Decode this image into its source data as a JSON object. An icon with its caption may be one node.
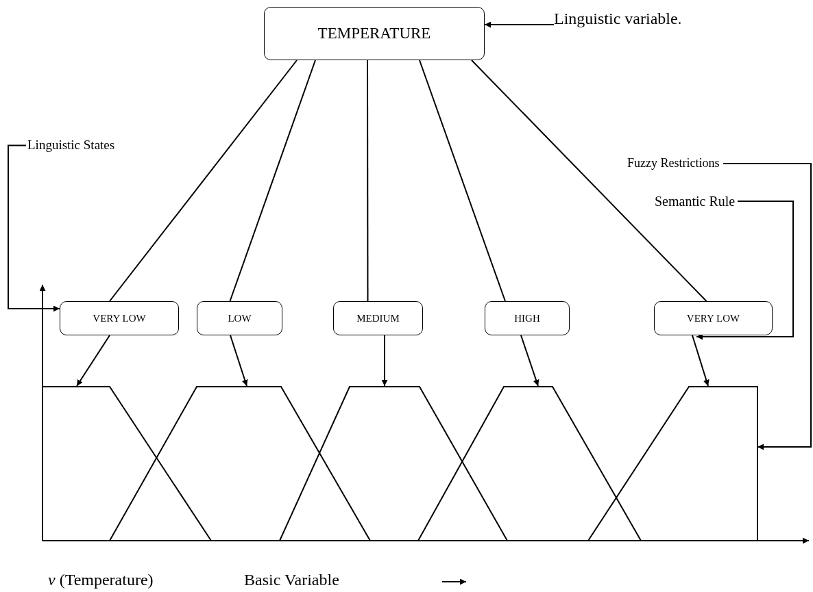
{
  "diagram": {
    "nodes": [
      {
        "text": [
          "TEMPERATURE"
        ]
      },
      {
        "text": [
          "Linguistic variable."
        ]
      },
      {
        "text": [
          "Linguistic States"
        ]
      },
      {
        "text": [
          "VERY LOW"
        ]
      },
      {
        "text": [
          "LOW"
        ]
      },
      {
        "text": [
          "MEDIUM"
        ]
      },
      {
        "text": [
          "HIGH"
        ]
      },
      {
        "text": [
          "VERY LOW"
        ]
      },
      {
        "text": [],
        "shape": "trapezoid"
      },
      {
        "text": [],
        "shape": "trapezoid"
      },
      {
        "text": [],
        "shape": "trapezoid"
      },
      {
        "text": [],
        "shape": "trapezoid"
      },
      {
        "text": [],
        "shape": "trapezoid"
      },
      {
        "text": [
          "Semantic Rule"
        ]
      },
      {
        "text": [
          "Fuzzy Restrictions"
        ]
      }
    ],
    "edges": [
      {
        "from": 1,
        "to": 0,
        "arrow": "to"
      },
      {
        "from": 0,
        "to": 3,
        "arrow": "none"
      },
      {
        "from": 0,
        "to": 4,
        "arrow": "none"
      },
      {
        "from": 0,
        "to": 5,
        "arrow": "none"
      },
      {
        "from": 0,
        "to": 6,
        "arrow": "none"
      },
      {
        "from": 0,
        "to": 7,
        "arrow": "none"
      },
      {
        "from": 2,
        "to": 3,
        "arrow": "to"
      },
      {
        "from": 3,
        "to": 8,
        "arrow": "to"
      },
      {
        "from": 4,
        "to": 9,
        "arrow": "to"
      },
      {
        "from": 5,
        "to": 10,
        "arrow": "to"
      },
      {
        "from": 6,
        "to": 11,
        "arrow": "to"
      },
      {
        "from": 7,
        "to": 12,
        "arrow": "to"
      },
      {
        "from": 13,
        "to": 7,
        "arrow": "to"
      },
      {
        "from": 14,
        "to": 12,
        "arrow": "to"
      }
    ],
    "labels": [
      "*v* (Temperature)",
      "Basic Variable"
    ]
  }
}
